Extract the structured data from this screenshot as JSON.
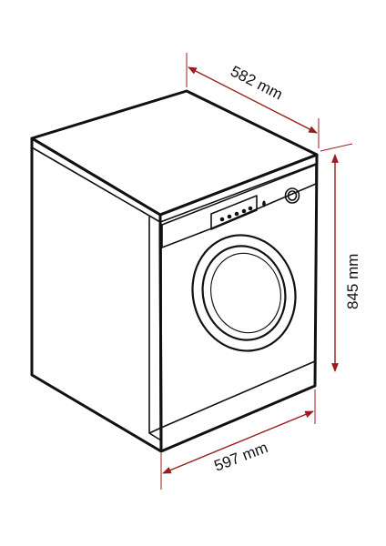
{
  "dimensions": {
    "depth": "582 mm",
    "height": "845 mm",
    "width": "597 mm"
  },
  "colors": {
    "outline": "#111111",
    "dimension": "#9b1c1c",
    "background": "#ffffff"
  }
}
